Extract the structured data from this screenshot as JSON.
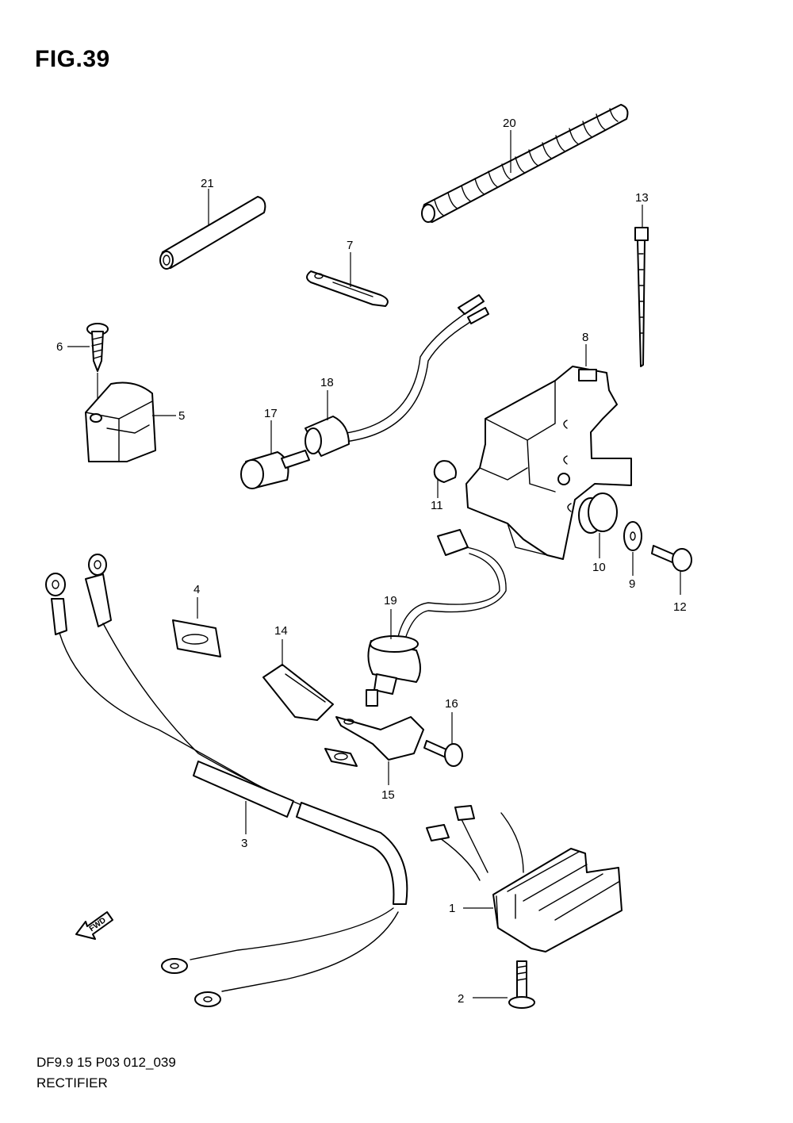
{
  "figure": {
    "title": "FIG.39",
    "code": "DF9.9 15 P03 012_039",
    "name": "RECTIFIER",
    "direction_label": "FWD"
  },
  "callouts": [
    "1",
    "2",
    "3",
    "4",
    "5",
    "6",
    "7",
    "8",
    "9",
    "10",
    "11",
    "12",
    "13",
    "14",
    "15",
    "16",
    "17",
    "18",
    "19",
    "20",
    "21"
  ]
}
